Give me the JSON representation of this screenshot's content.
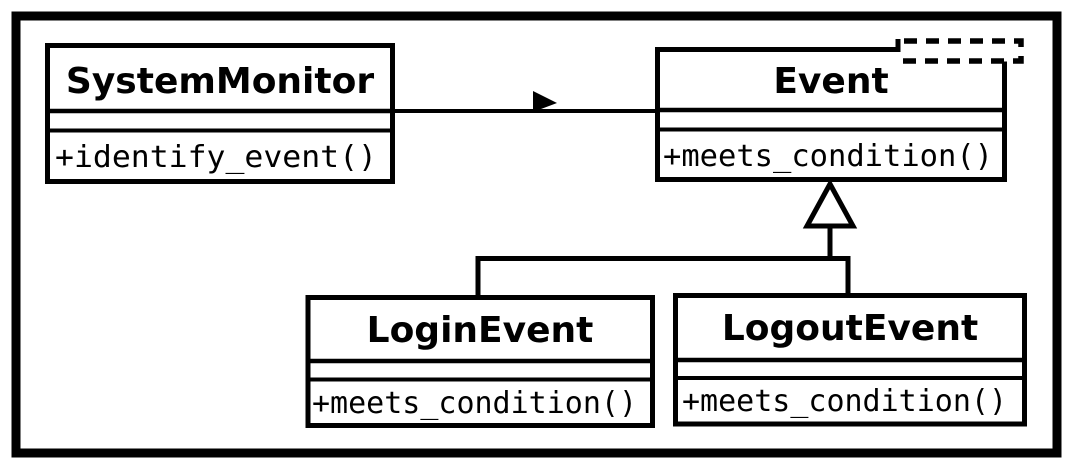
{
  "diagram": {
    "type": "uml-class-diagram",
    "colors": {
      "stroke": "#000000",
      "background": "#ffffff"
    },
    "classes": [
      {
        "name": "SystemMonitor",
        "attributes": [],
        "methods": [
          "+identify_event()"
        ]
      },
      {
        "name": "Event",
        "attributes": [],
        "methods": [
          "+meets_condition()"
        ],
        "decoration": "dashed-box-top-right-corner"
      },
      {
        "name": "LoginEvent",
        "attributes": [],
        "methods": [
          "+meets_condition()"
        ]
      },
      {
        "name": "LogoutEvent",
        "attributes": [],
        "methods": [
          "+meets_condition()"
        ]
      }
    ],
    "relations": [
      {
        "type": "directed-association",
        "from": "SystemMonitor",
        "to": "Event",
        "arrowhead": "solid-triangle-right"
      },
      {
        "type": "generalization",
        "from": "LoginEvent",
        "to": "Event",
        "arrowhead": "hollow-triangle-up"
      },
      {
        "type": "generalization",
        "from": "LogoutEvent",
        "to": "Event",
        "arrowhead": "hollow-triangle-up"
      }
    ]
  }
}
